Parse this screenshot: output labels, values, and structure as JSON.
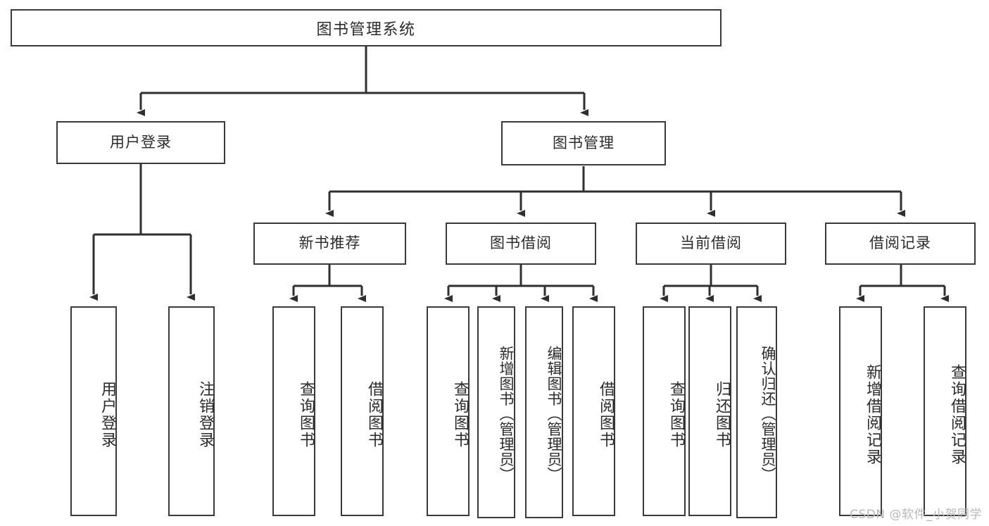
{
  "diagram": {
    "title": "图书管理系统",
    "watermark": "CSDN @软件_小贺同学",
    "accent_color": "#3a3a3a",
    "background_color": "#ffffff",
    "text_color": "#2b2b2b",
    "watermark_color": "#b8b8b8"
  },
  "nodes": {
    "root": {
      "label": "图书管理系统"
    },
    "level1": [
      {
        "label": "用户登录"
      },
      {
        "label": "图书管理"
      }
    ],
    "level2": [
      {
        "label": "新书推荐"
      },
      {
        "label": "图书借阅"
      },
      {
        "label": "当前借阅"
      },
      {
        "label": "借阅记录"
      }
    ],
    "leaves": {
      "user_login": [
        {
          "label": "用户登录"
        },
        {
          "label": "注销登录"
        }
      ],
      "new_book_recommend": [
        {
          "label": "查询图书"
        },
        {
          "label": "借阅图书"
        }
      ],
      "book_borrow": [
        {
          "label": "查询图书"
        },
        {
          "label": "新增图书（管理员）"
        },
        {
          "label": "编辑图书（管理员）"
        },
        {
          "label": "借阅图书"
        }
      ],
      "current_borrow": [
        {
          "label": "查询图书"
        },
        {
          "label": "归还图书"
        },
        {
          "label": "确认归还（管理员）"
        }
      ],
      "borrow_record": [
        {
          "label": "新增借阅记录"
        },
        {
          "label": "查询借阅记录"
        }
      ]
    }
  }
}
